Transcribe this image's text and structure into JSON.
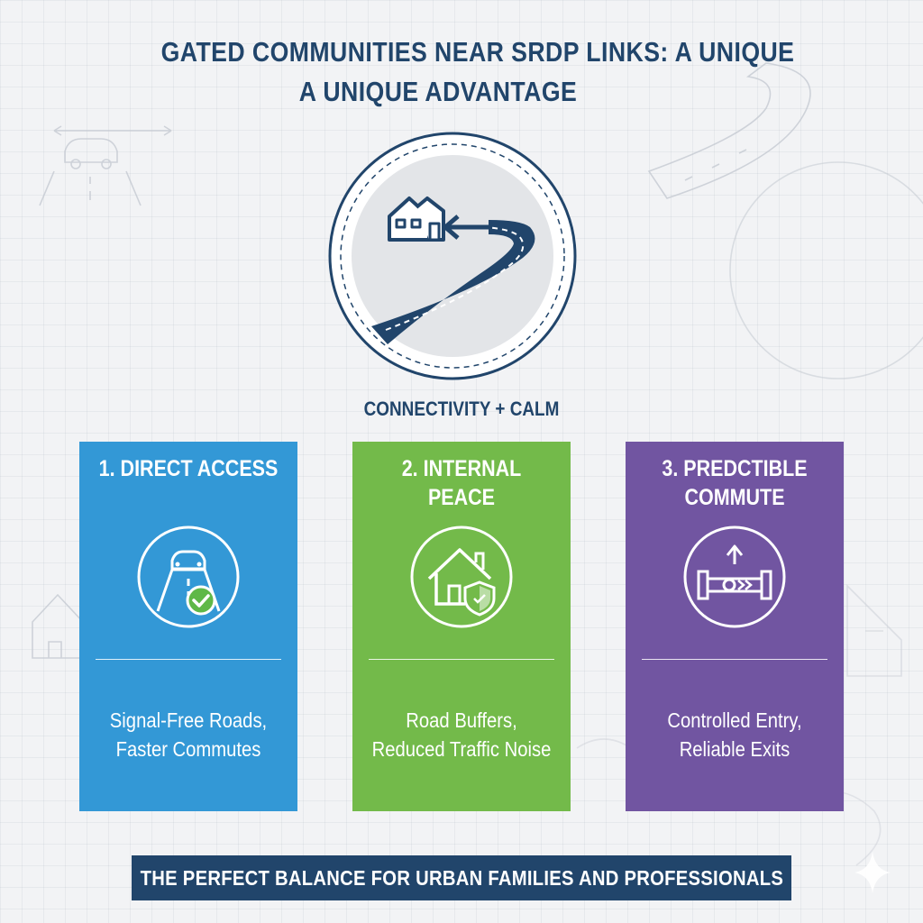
{
  "header": {
    "title_line1": "GATED COMMUNITIES NEAR SRDP LINKS: A UNIQUE",
    "title_line2": "A UNIQUE ADVANTAGE"
  },
  "emblem": {
    "icons": [
      "house-icon",
      "road-icon",
      "arrow-left-icon"
    ],
    "caption": "CONNECTIVITY + CALM"
  },
  "cards": [
    {
      "title": "1. DIRECT ACCESS",
      "icon": "car-road-check-icon",
      "description": "Signal-Free Roads,\nFaster Commutes",
      "color": "#3398d6"
    },
    {
      "title": "2. INTERNAL PEACE",
      "icon": "house-shield-icon",
      "description": "Road Buffers,\nReduced Traffic Noise",
      "color": "#73ba4a"
    },
    {
      "title": "3. PREDCTIBLE\nCOMMUTE",
      "icon": "gate-arrow-icon",
      "description": "Controlled Entry,\nReliable Exits",
      "color": "#7155a1"
    }
  ],
  "footer": {
    "text": "THE PERFECT BALANCE FOR URBAN FAMILIES AND PROFESSIONALS"
  },
  "colors": {
    "navy": "#21456b",
    "blue": "#3398d6",
    "green": "#73ba4a",
    "purple": "#7155a1",
    "background": "#f2f3f5"
  }
}
